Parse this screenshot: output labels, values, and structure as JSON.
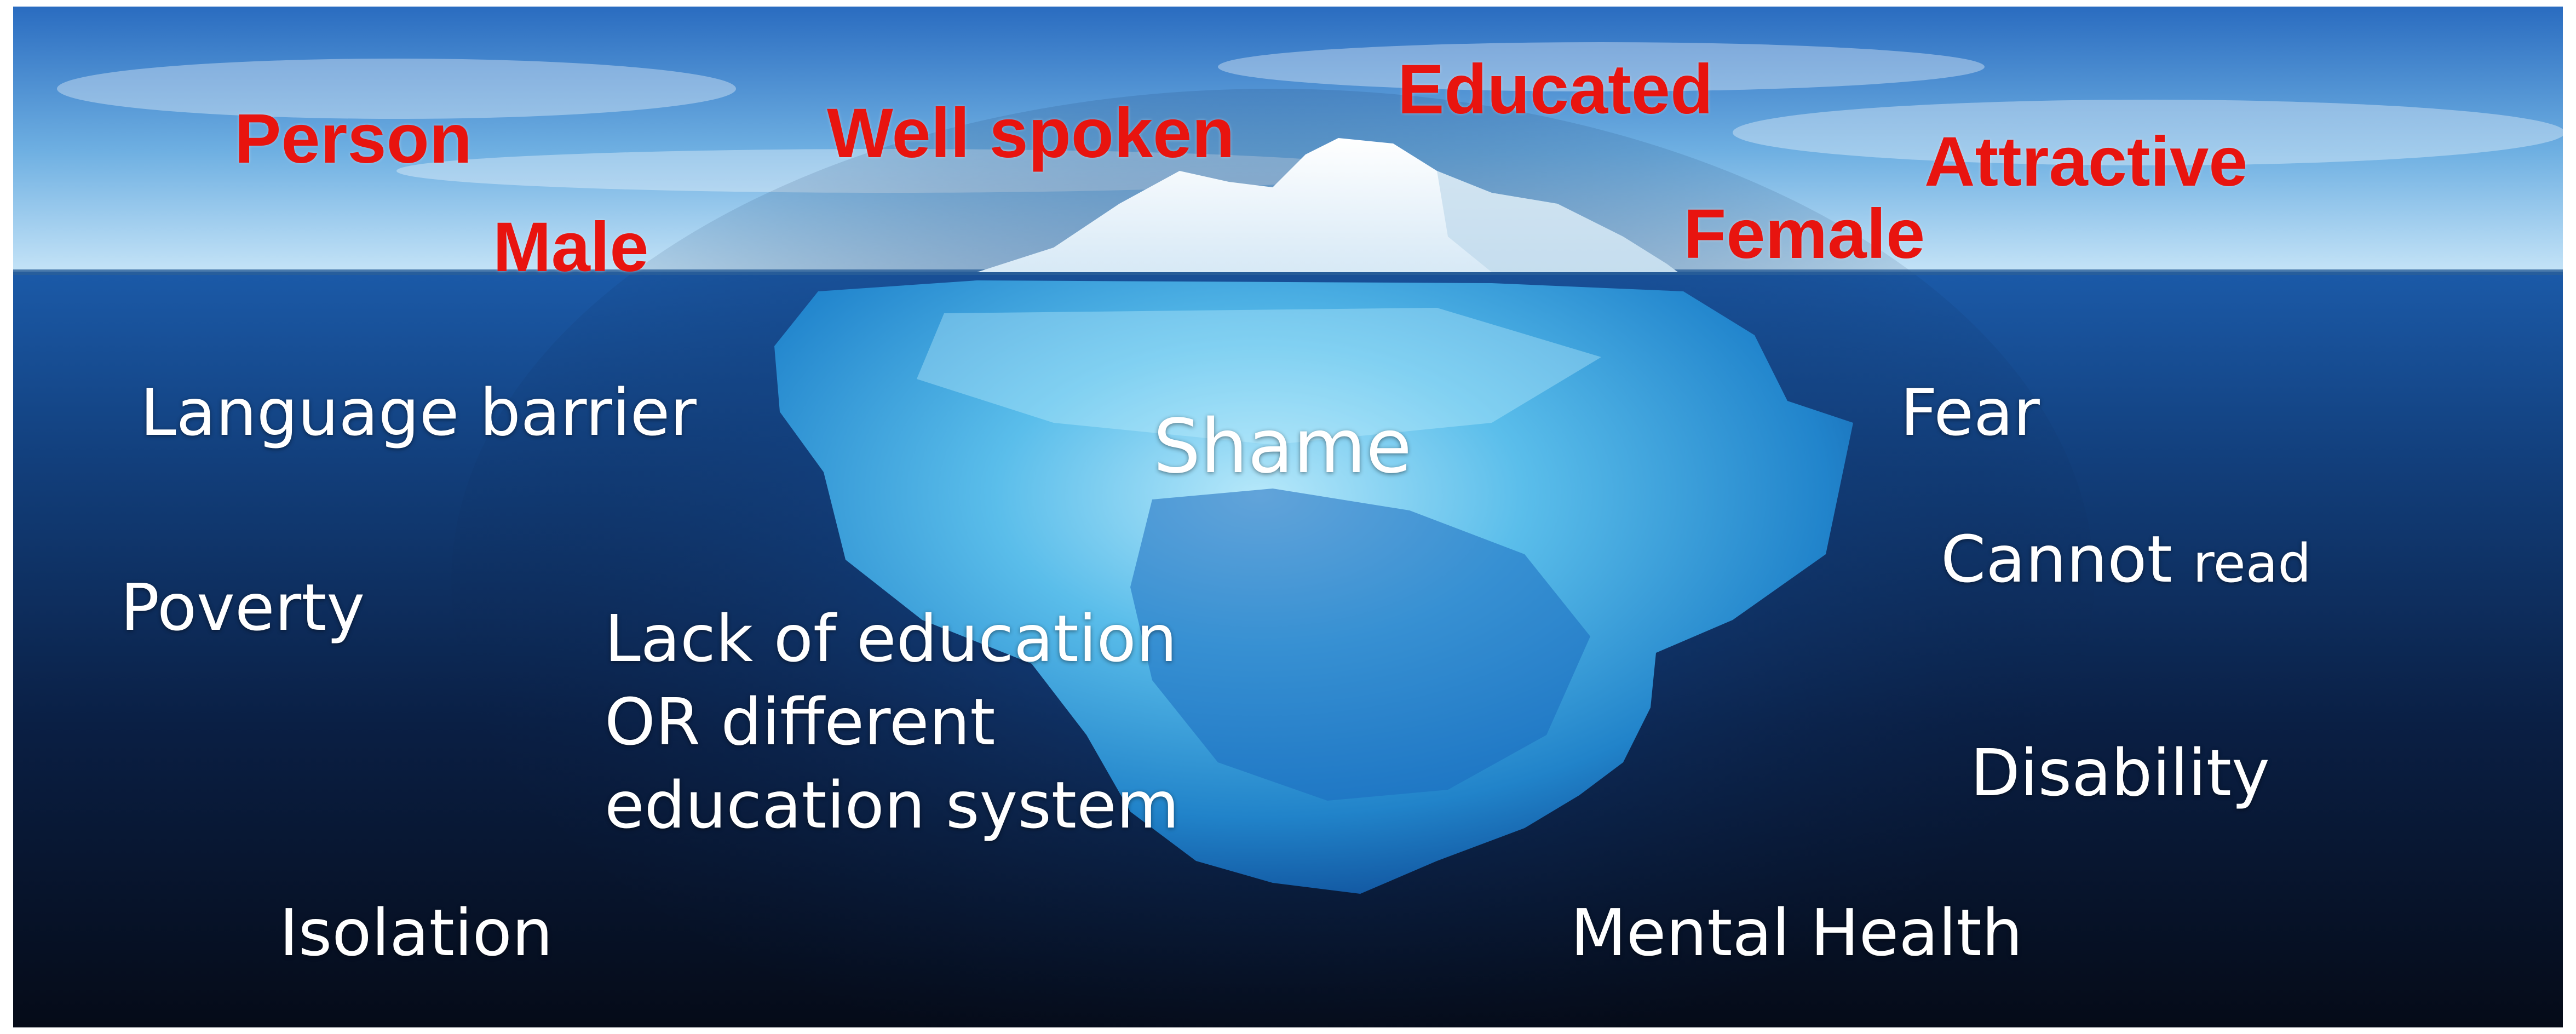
{
  "above_water": {
    "person": "Person",
    "male": "Male",
    "well_spoken": "Well spoken",
    "educated": "Educated",
    "attractive": "Attractive",
    "female": "Female"
  },
  "below_water": {
    "language_barrier": "Language barrier",
    "poverty": "Poverty",
    "isolation": "Isolation",
    "shame": "Shame",
    "lack_of_education": [
      "Lack of education",
      "OR different",
      "education system"
    ],
    "fear": "Fear",
    "cannot": "Cannot",
    "read": "read",
    "disability": "Disability",
    "mental_health": "Mental Health"
  },
  "colors": {
    "above_label": "#e8140f",
    "below_label": "#ffffff",
    "sky_top": "#2f73c4",
    "sky_bottom": "#bfe0f6",
    "deep_water": "#071122",
    "ice_above": "#ffffff",
    "ice_below": "#49b8ea"
  }
}
